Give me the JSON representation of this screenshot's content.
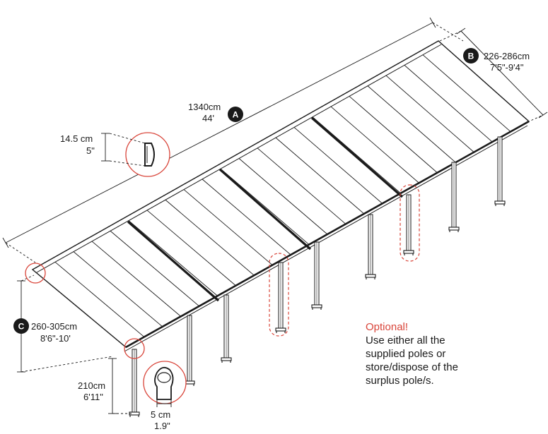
{
  "colors": {
    "line": "#1a1a1a",
    "accent_red": "#d9453a",
    "badge": "#1a1a1a",
    "background": "#ffffff"
  },
  "dimension_a": {
    "badge": "A",
    "metric": "1340cm",
    "imperial": "44'"
  },
  "dimension_b": {
    "badge": "B",
    "metric": "226-286cm",
    "imperial": "7'5\"-9'4\""
  },
  "dimension_c": {
    "badge": "C",
    "metric": "260-305cm",
    "imperial": "8'6\"-10'"
  },
  "gutter_profile": {
    "metric": "14.5 cm",
    "imperial": "5\""
  },
  "post_height": {
    "metric": "210cm",
    "imperial": "6'11\""
  },
  "post_width": {
    "metric": "5 cm",
    "imperial": "1.9\""
  },
  "optional_note": {
    "title": "Optional!",
    "lines": [
      "Use either all the",
      "supplied poles or",
      "store/dispose of the",
      "surplus pole/s."
    ]
  }
}
